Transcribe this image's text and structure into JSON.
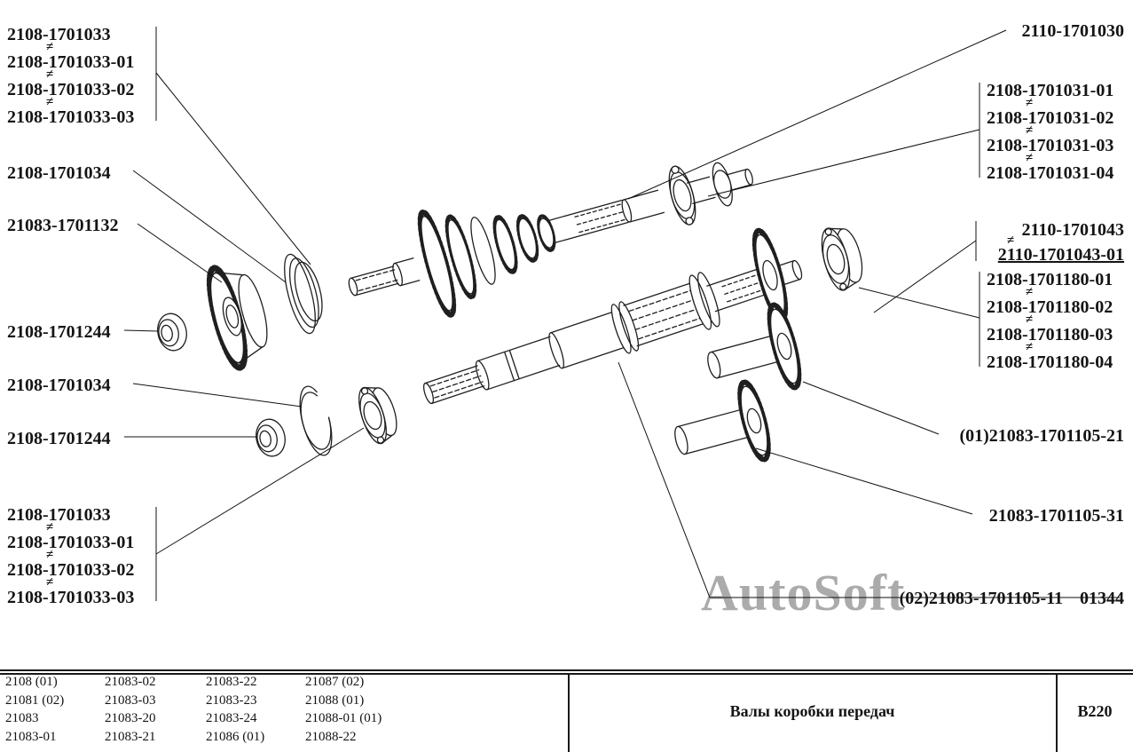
{
  "watermark": "AutoSoft",
  "symbols": {
    "neq": "≠"
  },
  "labels": {
    "group_top_left": [
      "2108-1701033",
      "2108-1701033-01",
      "2108-1701033-02",
      "2108-1701033-03"
    ],
    "left_1034_upper": "2108-1701034",
    "left_1132": "21083-1701132",
    "left_1244_upper": "2108-1701244",
    "left_1034_lower": "2108-1701034",
    "left_1244_lower": "2108-1701244",
    "group_bottom_left": [
      "2108-1701033",
      "2108-1701033-01",
      "2108-1701033-02",
      "2108-1701033-03"
    ],
    "top_right": "2110-1701030",
    "group_right_1031": [
      "2108-1701031-01",
      "2108-1701031-02",
      "2108-1701031-03",
      "2108-1701031-04"
    ],
    "group_right_1043": [
      "2110-1701043",
      "2110-1701043-01"
    ],
    "group_right_1180": [
      "2108-1701180-01",
      "2108-1701180-02",
      "2108-1701180-03",
      "2108-1701180-04"
    ],
    "right_1105_21": "(01)21083-1701105-21",
    "right_1105_31": "21083-1701105-31",
    "right_1105_11": "(02)21083-1701105-11",
    "right_note": "01344"
  },
  "table": {
    "rows": [
      [
        "2108 (01)",
        "21083-02",
        "21083-22",
        "21087 (02)"
      ],
      [
        "21081 (02)",
        "21083-03",
        "21083-23",
        "21088 (01)"
      ],
      [
        "21083",
        "21083-20",
        "21083-24",
        "21088-01 (01)"
      ],
      [
        "21083-01",
        "21083-21",
        "21086 (01)",
        "21088-22"
      ]
    ],
    "title": "Валы коробки передач",
    "page_code": "B220"
  }
}
